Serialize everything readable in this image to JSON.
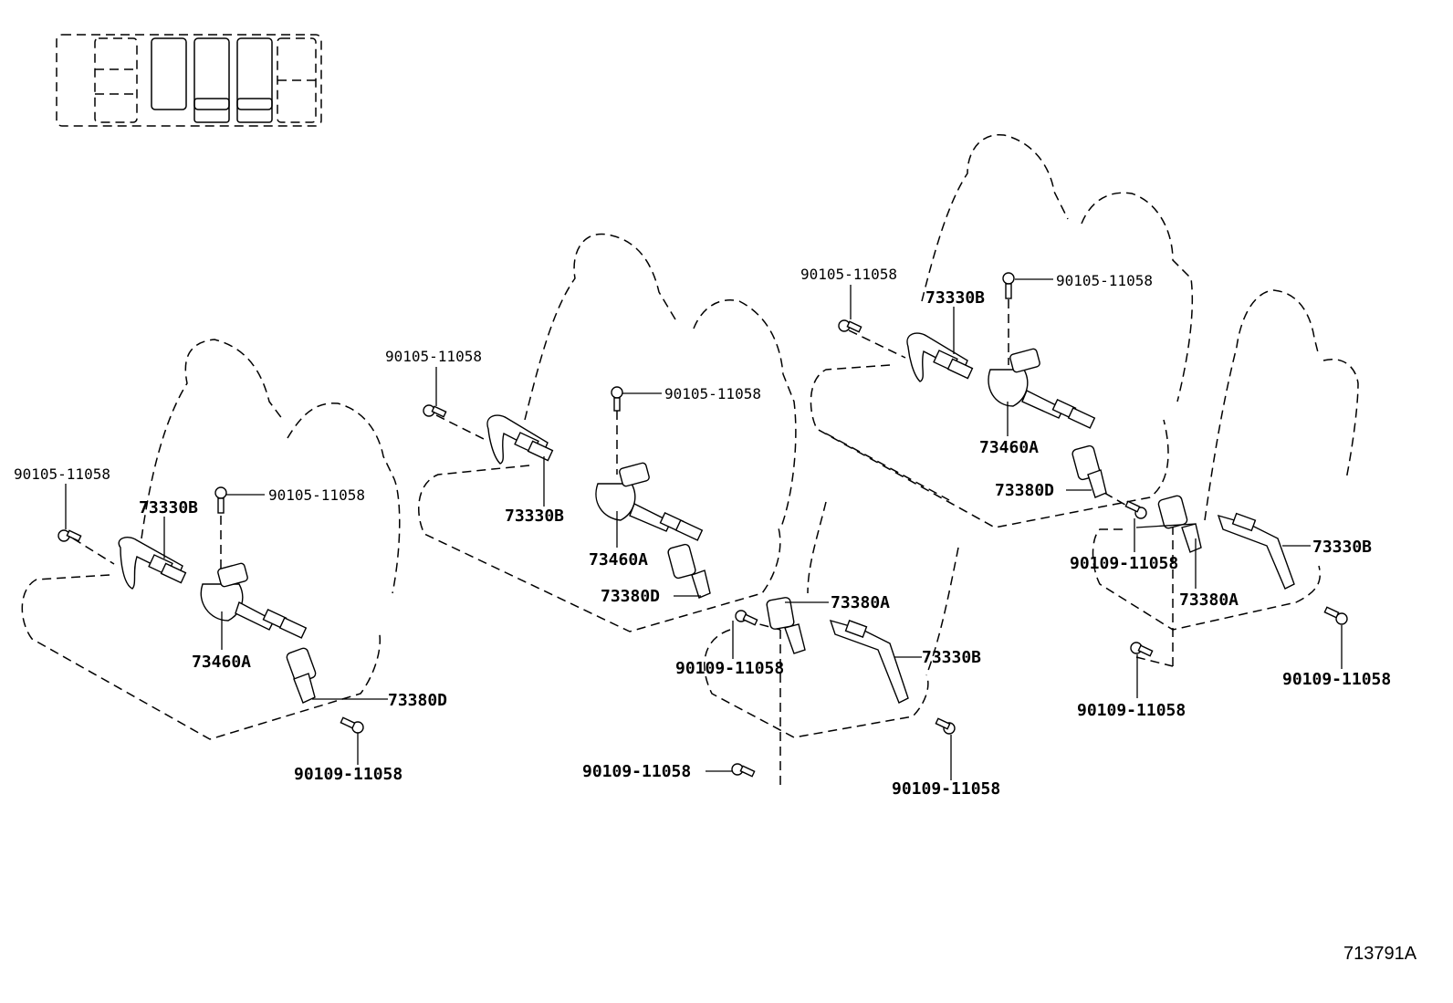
{
  "diagram_id": "713791A",
  "labels": {
    "bolt_90105": "90105-11058",
    "bolt_90109": "90109-11058",
    "belt_73330B": "73330B",
    "retractor_73460A": "73460A",
    "buckle_73380D": "73380D",
    "buckle_73380A": "73380A"
  }
}
